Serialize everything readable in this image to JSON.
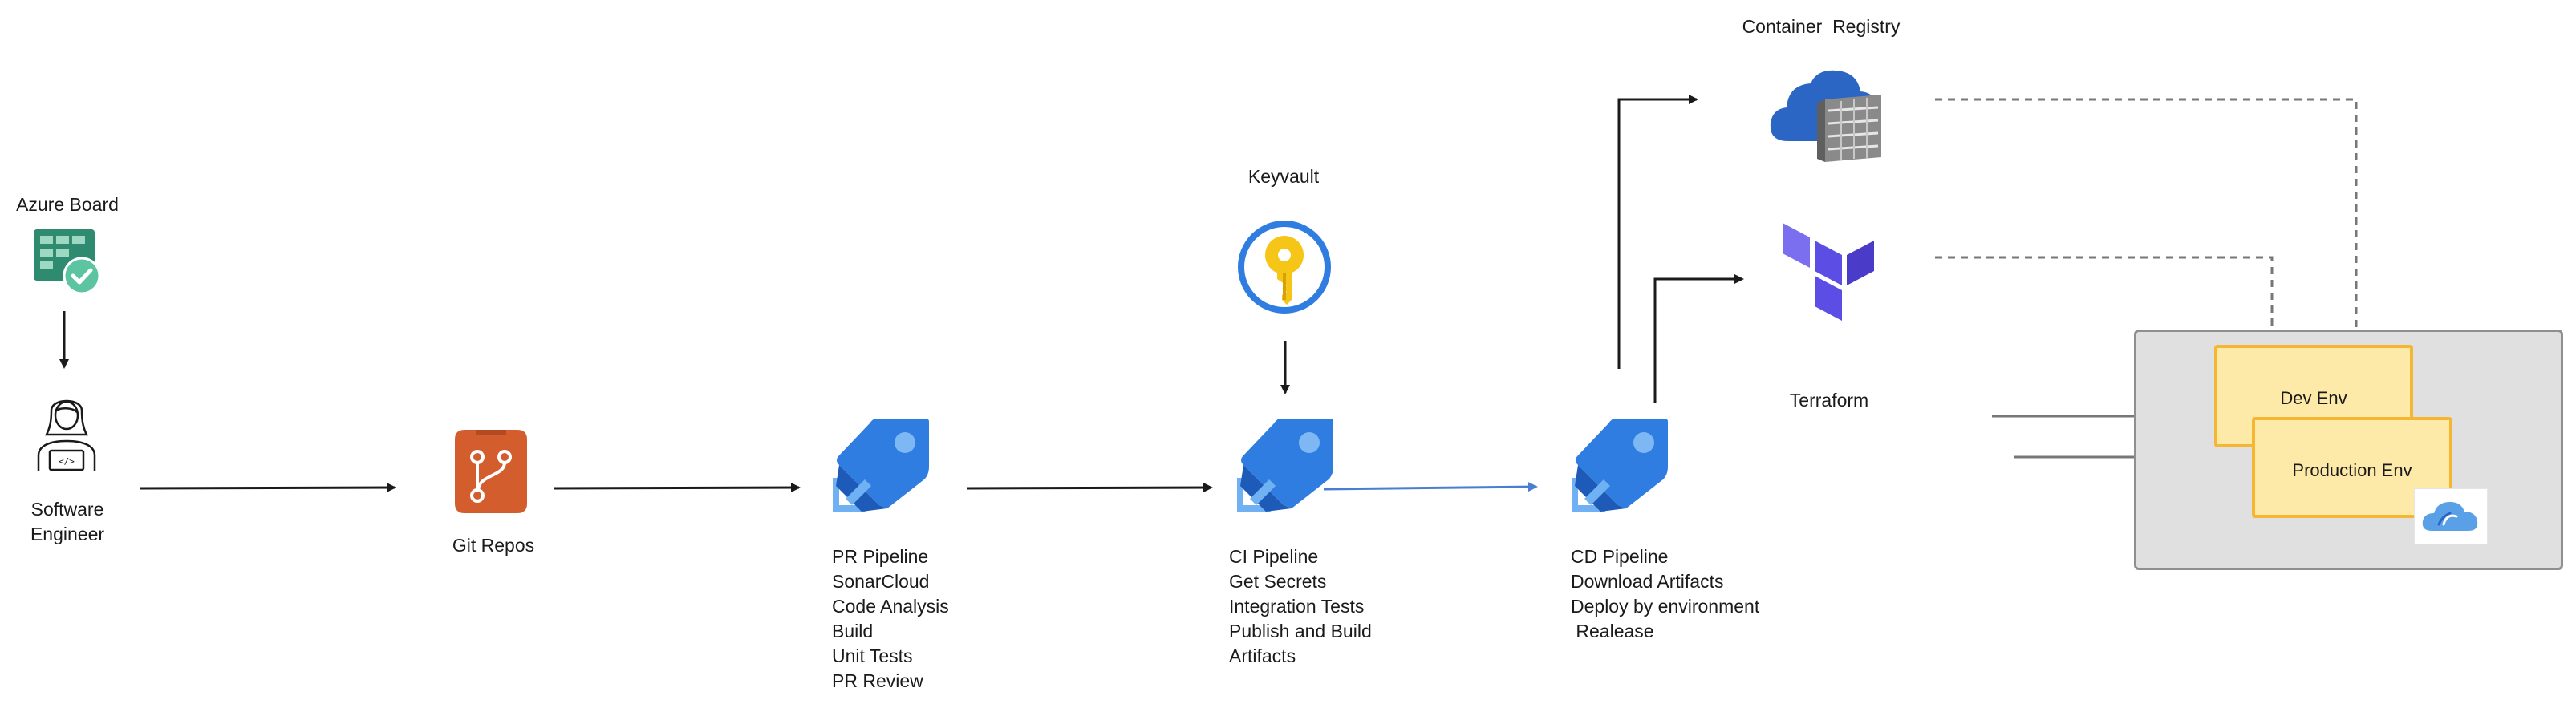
{
  "nodes": {
    "azure_board": {
      "label": "Azure Board"
    },
    "software_engineer": {
      "label": "Software\nEngineer"
    },
    "git_repos": {
      "label": "Git Repos"
    },
    "pr_pipeline": {
      "label": "PR Pipeline\nSonarCloud\nCode Analysis\nBuild\nUnit Tests\nPR Review"
    },
    "keyvault": {
      "label": "Keyvault"
    },
    "ci_pipeline": {
      "label": "CI Pipeline\nGet Secrets\nIntegration Tests\nPublish and Build\nArtifacts"
    },
    "cd_pipeline": {
      "label": "CD Pipeline\nDownload Artifacts\nDeploy by environment\n Realease"
    },
    "container_registry": {
      "label": "Container  Registry"
    },
    "terraform": {
      "label": "Terraform"
    },
    "dev_env": {
      "label": "Dev Env"
    },
    "production_env": {
      "label": "Production Env"
    }
  },
  "colors": {
    "pipeline_blue": "#2f7de1",
    "pipeline_dark": "#1e5bb8",
    "git_orange": "#d45d2e",
    "board_green": "#2e8b6f",
    "check_green": "#5cc4a0",
    "key_yellow": "#f5c518",
    "terraform_purple": "#5c4ee5",
    "env_fill": "#fde9a8",
    "env_border": "#f5b731",
    "container_fill": "#e0e0e0",
    "arrow_blue": "#4a7fd0"
  }
}
